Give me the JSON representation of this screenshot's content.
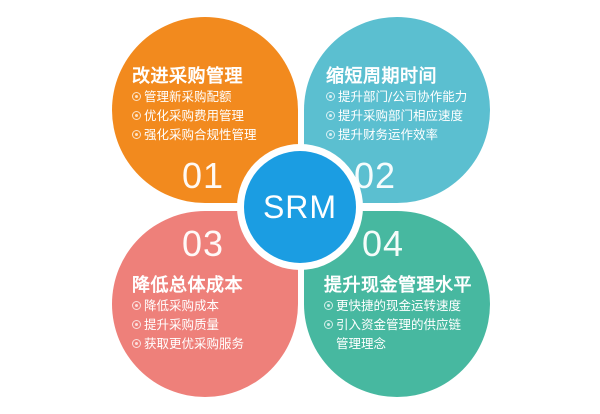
{
  "diagram": {
    "center": {
      "label": "SRM",
      "color": "#1B9DE2"
    },
    "petals": [
      {
        "position": "top-left",
        "number": "01",
        "title": "改进采购管理",
        "color": "#F28A1E",
        "items": [
          "管理新采购配额",
          "优化采购费用管理",
          "强化采购合规性管理"
        ]
      },
      {
        "position": "top-right",
        "number": "02",
        "title": "缩短周期时间",
        "color": "#5BBFD0",
        "items": [
          "提升部门/公司协作能力",
          "提升采购部门相应速度",
          "提升财务运作效率"
        ]
      },
      {
        "position": "bottom-left",
        "number": "03",
        "title": "降低总体成本",
        "color": "#EE807A",
        "items": [
          "降低采购成本",
          "提升采购质量",
          "获取更优采购服务"
        ]
      },
      {
        "position": "bottom-right",
        "number": "04",
        "title": "提升现金管理水平",
        "color": "#47B8A0",
        "items": [
          "更快捷的现金运转速度",
          "引入资金管理的供应链",
          "管理理念"
        ]
      }
    ]
  }
}
